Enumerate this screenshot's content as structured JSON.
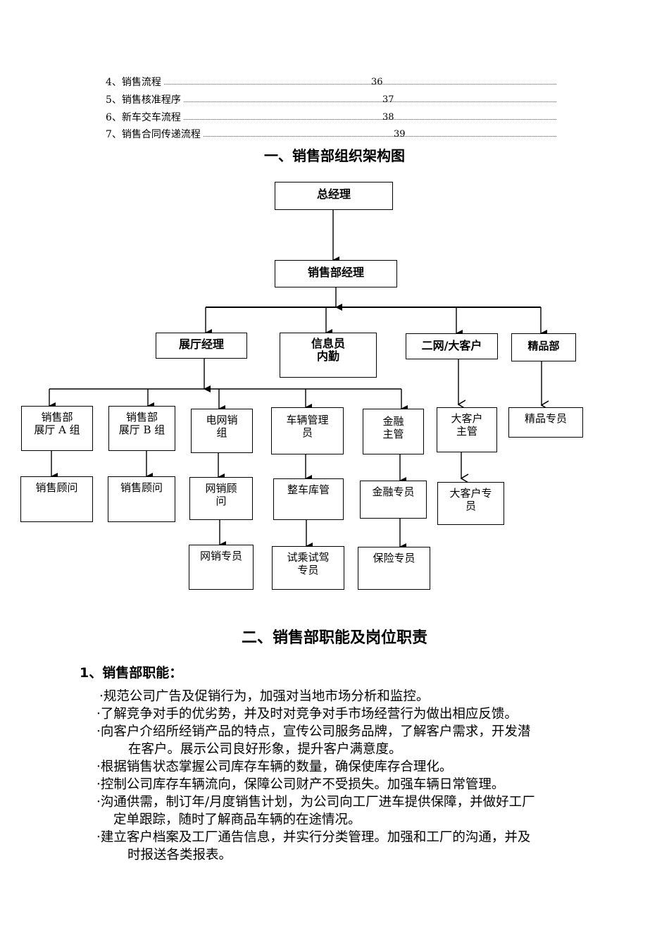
{
  "toc": [
    {
      "label": "4、销售流程",
      "page": "36"
    },
    {
      "label": "5、销售核准程序",
      "page": "37"
    },
    {
      "label": "6、新车交车流程",
      "page": "38"
    },
    {
      "label": "7、销售合同传递流程",
      "page": "39"
    }
  ],
  "section1_title": "一、销售部组织架构图",
  "org": {
    "ceo": "总经理",
    "sales_manager": "销售部经理",
    "showroom_manager": "展厅经理",
    "info_clerk": "信息员\n内勤",
    "network_key_account": "二网/大客户",
    "boutique_dept": "精品部",
    "team_a": "销售部\n展厅 A 组",
    "team_b": "销售部\n展厅 B 组",
    "online_team": "电网销\n组",
    "vehicle_admin": "车辆管理\n员",
    "finance_supervisor": "金融\n主管",
    "key_account_supervisor": "大客户\n主管",
    "boutique_specialist": "精品专员",
    "consultant_a": "销售顾问",
    "consultant_b": "销售顾问",
    "online_consultant": "网销顾\n问",
    "inventory_manager": "整车库管",
    "finance_specialist": "金融专员",
    "key_account_specialist": "大客户专\n员",
    "online_specialist": "网销专员",
    "test_drive_specialist": "试乘试驾\n专员",
    "insurance_specialist": "保险专员"
  },
  "section2_title": "二、销售部职能及岗位职责",
  "subsection1_title": "1、销售部职能：",
  "functions": [
    {
      "first": "·规范公司广告及促销行为，加强对当地市场分析和监控。",
      "cont": ""
    },
    {
      "first": "·了解竞争对手的优劣势，并及时对竞争对手市场经营行为做出相应反馈。",
      "cont": ""
    },
    {
      "first": "·向客户介绍所经销产品的特点，宣传公司服务品牌，了解客户需求，开发潜",
      "cont": "在客户。展示公司良好形象，提升客户满意度。"
    },
    {
      "first": "·根据销售状态掌握公司库存车辆的数量，确保使库存合理化。",
      "cont": ""
    },
    {
      "first": "·控制公司库存车辆流向，保障公司财产不受损失。加强车辆日常管理。",
      "cont": ""
    },
    {
      "first": "·沟通供需，制订年/月度销售计划，为公司向工厂进车提供保障，并做好工厂",
      "cont": "定单跟踪，随时了解商品车辆的在途情况。"
    },
    {
      "first": "·建立客户档案及工厂通告信息，并实行分类管理。加强和工厂的沟通，并及",
      "cont": "时报送各类报表。"
    }
  ]
}
